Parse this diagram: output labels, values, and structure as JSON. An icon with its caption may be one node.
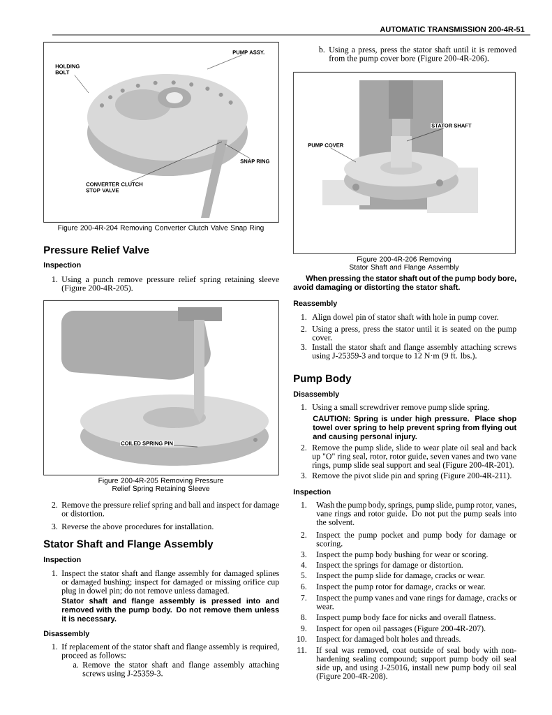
{
  "diagram": {
    "title": "AUTOMATIC TRANSMISSION 200-4R-51",
    "nodes": [
      {
        "text": [],
        "shape": "picture",
        "beside": [
          "Figure 200-4R-204 Removing Converter Clutch Valve Snap Ring"
        ]
      },
      {
        "text": [
          "PUMP ASSY."
        ],
        "in": 0
      },
      {
        "text": [
          "HOLDING BOLT"
        ],
        "in": 0
      },
      {
        "text": [
          "SNAP RING"
        ],
        "in": 0
      },
      {
        "text": [
          "CONVERTER CLUTCH STOP VALVE"
        ],
        "in": 0
      },
      {
        "text": [],
        "shape": "picture",
        "beside": [
          "Figure 200-4R-205 Removing Pressure Relief Spring Retaining Sleeve"
        ]
      },
      {
        "text": [
          "COILED SPRING PIN"
        ],
        "in": 5
      },
      {
        "text": [],
        "shape": "picture",
        "beside": [
          "Figure 200-4R-206 Removing Stator Shaft and Flange Assembly"
        ]
      },
      {
        "text": [
          "STATOR SHAFT"
        ],
        "in": 7
      },
      {
        "text": [
          "PUMP COVER"
        ],
        "in": 7
      }
    ],
    "edges": [
      {
        "from": 1,
        "to": 0,
        "arrow": "none"
      },
      {
        "from": 2,
        "to": 0,
        "arrow": "none"
      },
      {
        "from": 3,
        "to": 0,
        "arrow": "none"
      },
      {
        "from": 4,
        "to": 0,
        "arrow": "none"
      },
      {
        "from": 6,
        "to": 5,
        "arrow": "none"
      },
      {
        "from": 8,
        "to": 7,
        "arrow": "none"
      },
      {
        "from": 9,
        "to": 7,
        "arrow": "none"
      }
    ],
    "labels": [
      "Pressure Relief Valve",
      "Inspection",
      "1.",
      "Using a punch remove pressure relief spring retaining sleeve (Figure 200-4R-205).",
      "2.",
      "Remove the pressure relief spring and ball and inspect for damage or distortion.",
      "3.",
      "Reverse the above procedures for installation.",
      "Stator Shaft and Flange Assembly",
      "Inspection",
      "1.",
      "Inspect the stator shaft and flange assembly for damaged splines or damaged bushing; inspect for damaged or missing orifice cup plug in dowel pin; do not remove unless damaged.",
      "Stator shaft and flange assembly is pressed into and removed with the pump body. Do not remove them unless it is necessary.",
      "Disassembly",
      "1.",
      "If replacement of the stator shaft and flange assembly is required, proceed as follows:",
      "a.",
      "Remove the stator shaft and flange assembly attaching screws using J-25359-3.",
      "b.",
      "Using a press, press the stator shaft until it is removed from the pump cover bore (Figure 200-4R-206).",
      "When pressing the stator shaft out of the pump body bore, avoid damaging or distorting the stator shaft.",
      "Reassembly",
      "1.",
      "Align dowel pin of stator shaft with hole in pump cover.",
      "2.",
      "Using a press, press the stator until it is seated on the pump cover.",
      "3.",
      "Install the stator shaft and flange assembly attaching screws using J-25359-3 and torque to 12 N·m (9 ft. lbs.).",
      "Pump Body",
      "Disassembly",
      "1.",
      "Using a small screwdriver remove pump slide spring.",
      "CAUTION: Spring is under high pressure. Place shop towel over spring to help prevent spring from flying out and causing personal injury.",
      "2.",
      "Remove the pump slide, slide to wear plate oil seal and back up \"O\" ring seal, rotor, rotor guide, seven vanes and two vane rings, pump slide seal support and seal (Figure 200-4R-201).",
      "3.",
      "Remove the pivot slide pin and spring (Figure 200-4R-211).",
      "Inspection",
      "1.",
      "Wash the pump body, springs, pump slide, pump rotor, vanes, vane rings and rotor guide. Do not put the pump seals into the solvent.",
      "2.",
      "Inspect the pump pocket and pump body for damage or scoring.",
      "3.",
      "Inspect the pump body bushing for wear or scoring.",
      "4.",
      "Inspect the springs for damage or distortion.",
      "5.",
      "Inspect the pump slide for damage, cracks or wear.",
      "6.",
      "Inspect the pump rotor for damage, cracks or wear.",
      "7.",
      "Inspect the pump vanes and vane rings for damage, cracks or wear.",
      "8.",
      "Inspect pump body face for nicks and overall flatness.",
      "9.",
      "Inspect for open oil passages (Figure 200-4R-207).",
      "10.",
      "Inspect for damaged bolt holes and threads.",
      "11.",
      "If seal was removed, coat outside of seal body with non-hardening sealing compound; support pump body oil seal side up, and using J-25016, install new pump body oil seal (Figure 200-4R-208)."
    ]
  }
}
